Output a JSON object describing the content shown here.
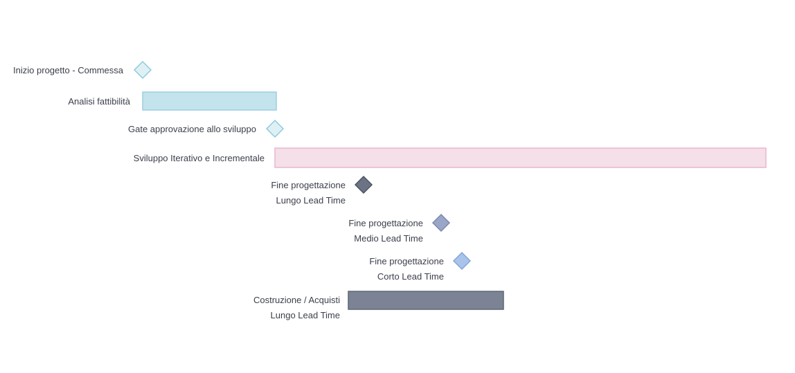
{
  "diagram": {
    "type": "gantt-timeline",
    "items": [
      {
        "kind": "milestone",
        "lines": [
          "Inizio progetto - Commessa"
        ],
        "fill": "#dff0f5",
        "stroke": "#8fcbdc"
      },
      {
        "kind": "bar",
        "lines": [
          "Analisi fattibilità"
        ],
        "fill": "#c3e3ed",
        "stroke": "#9ccfdf"
      },
      {
        "kind": "milestone",
        "lines": [
          "Gate approvazione allo sviluppo"
        ],
        "fill": "#dff0f5",
        "stroke": "#8fcbdc"
      },
      {
        "kind": "bar",
        "lines": [
          "Sviluppo Iterativo e Incrementale"
        ],
        "fill": "#f5dfe9",
        "stroke": "#e7b7cd"
      },
      {
        "kind": "milestone",
        "lines": [
          "Fine progettazione",
          "Lungo Lead Time"
        ],
        "fill": "#6b7385",
        "stroke": "#4c5464"
      },
      {
        "kind": "milestone",
        "lines": [
          "Fine progettazione",
          "Medio Lead Time"
        ],
        "fill": "#9aa6c8",
        "stroke": "#7c88ac"
      },
      {
        "kind": "milestone",
        "lines": [
          "Fine progettazione",
          "Corto Lead Time"
        ],
        "fill": "#a9c3ea",
        "stroke": "#84a6d8"
      },
      {
        "kind": "bar",
        "lines": [
          "Costruzione / Acquisti",
          "Lungo Lead Time"
        ],
        "fill": "#7b8394",
        "stroke": "#5f6777"
      }
    ]
  }
}
